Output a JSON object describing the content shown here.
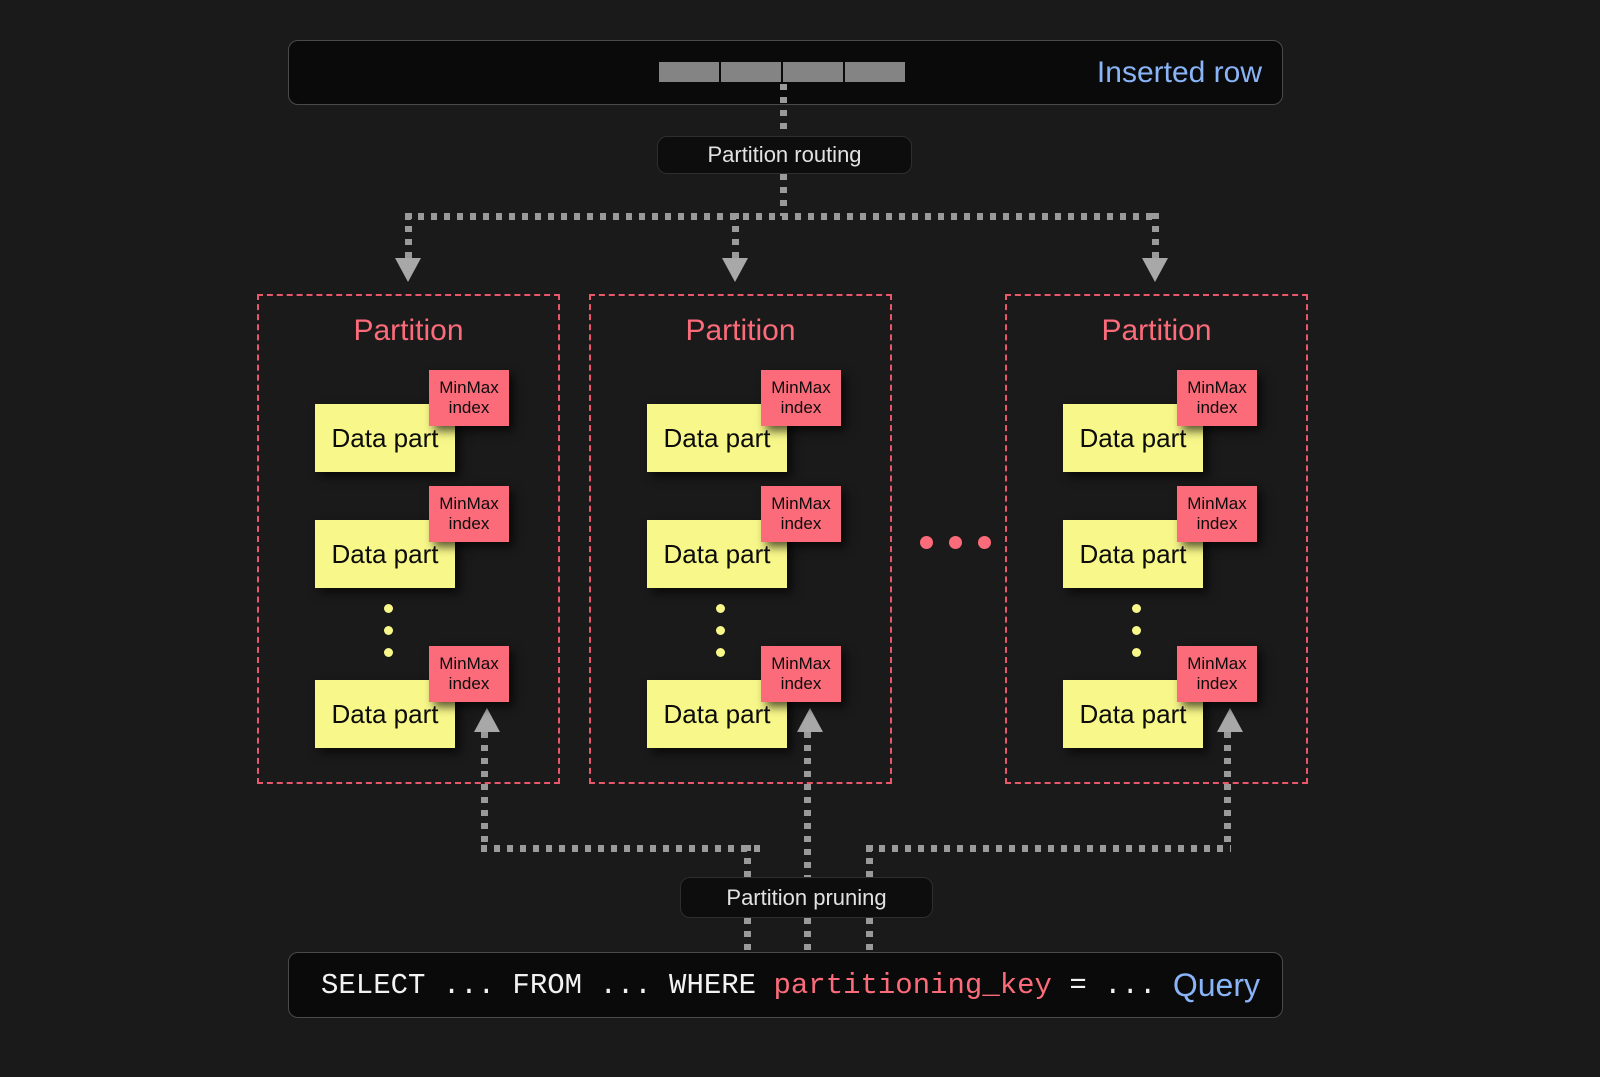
{
  "page": {
    "background": "#1a1a1a",
    "title": "ClickHouse partitioning diagram"
  },
  "top": {
    "inserted_row_label": "Inserted row",
    "inserted_row_label_color": "#8ab4f8",
    "row_cells": [
      "",
      "",
      "",
      ""
    ],
    "row_cell_color": "#848484"
  },
  "routing": {
    "label": "Partition routing"
  },
  "partitions": [
    {
      "title": "Partition",
      "parts": [
        {
          "data_part_label": "Data part",
          "index_line1": "MinMax",
          "index_line2": "index"
        },
        {
          "data_part_label": "Data part",
          "index_line1": "MinMax",
          "index_line2": "index"
        },
        {
          "data_part_label": "Data part",
          "index_line1": "MinMax",
          "index_line2": "index"
        }
      ],
      "vertical_ellipsis": [
        "",
        "",
        ""
      ]
    },
    {
      "title": "Partition",
      "parts": [
        {
          "data_part_label": "Data part",
          "index_line1": "MinMax",
          "index_line2": "index"
        },
        {
          "data_part_label": "Data part",
          "index_line1": "MinMax",
          "index_line2": "index"
        },
        {
          "data_part_label": "Data part",
          "index_line1": "MinMax",
          "index_line2": "index"
        }
      ],
      "vertical_ellipsis": [
        "",
        "",
        ""
      ]
    },
    {
      "title": "Partition",
      "parts": [
        {
          "data_part_label": "Data part",
          "index_line1": "MinMax",
          "index_line2": "index"
        },
        {
          "data_part_label": "Data part",
          "index_line1": "MinMax",
          "index_line2": "index"
        },
        {
          "data_part_label": "Data part",
          "index_line1": "MinMax",
          "index_line2": "index"
        }
      ],
      "vertical_ellipsis": [
        "",
        "",
        ""
      ]
    }
  ],
  "between_partitions_ellipsis": [
    "",
    "",
    ""
  ],
  "pruning": {
    "label": "Partition pruning"
  },
  "query": {
    "prefix": "SELECT ... FROM ... WHERE ",
    "key": "partitioning_key",
    "suffix": " = ...",
    "label": "Query",
    "label_color": "#8ab4f8",
    "key_color": "#fb6b7a"
  },
  "colors": {
    "partition_border": "#e8576b",
    "partition_title": "#fb6b7a",
    "data_part": "#f7f78a",
    "minmax_index": "#fb6b7a",
    "connector": "#9a9a9a",
    "arrow": "#a8a8a8"
  }
}
